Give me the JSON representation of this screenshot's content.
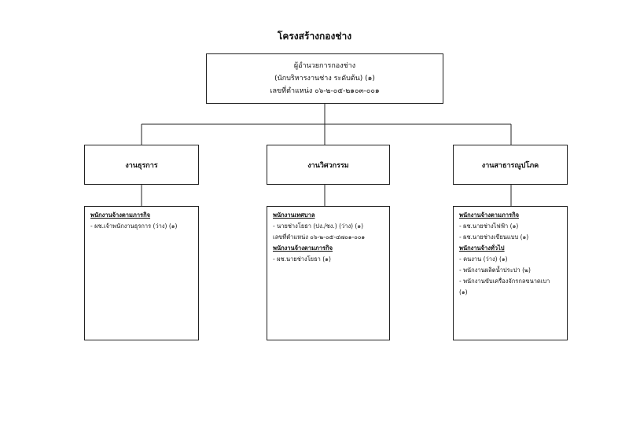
{
  "title": "โครงสร้างกองช่าง",
  "director": {
    "line1": "ผู้อำนวยการกองช่าง",
    "line2": "(นักบริหารงานช่าง ระดับต้น) (๑)",
    "line3": "เลขที่ตำแหน่ง ๐๖-๒-๐๕-๒๑๐๓-๐๐๑"
  },
  "departments": [
    {
      "name": "งานธุรการ",
      "staff": [
        {
          "kind": "heading",
          "text": "พนักงานจ้างตามภารกิจ"
        },
        {
          "kind": "item",
          "text": "- ผช.เจ้าพนักงานธุรการ (ว่าง) (๑)"
        }
      ]
    },
    {
      "name": "งานวิศวกรรม",
      "staff": [
        {
          "kind": "heading",
          "text": "พนักงานเทศบาล"
        },
        {
          "kind": "item",
          "text": "- นายช่างโยธา (ปง./ชง.) (ว่าง) (๑)"
        },
        {
          "kind": "item",
          "text": "เลขที่ตำแหน่ง ๐๖-๒-๐๕-๔๗๐๑-๐๐๑"
        },
        {
          "kind": "heading",
          "text": "พนักงานจ้างตามภารกิจ"
        },
        {
          "kind": "item",
          "text": "- ผช.นายช่างโยธา (๑)"
        }
      ]
    },
    {
      "name": "งานสาธารณูปโภค",
      "staff": [
        {
          "kind": "heading",
          "text": "พนักงานจ้างตามภารกิจ"
        },
        {
          "kind": "item",
          "text": "- ผช.นายช่างไฟฟ้า (๑)"
        },
        {
          "kind": "item",
          "text": "- ผช.นายช่างเขียนแบบ (๑)"
        },
        {
          "kind": "heading",
          "text": "พนักงานจ้างทั่วไป"
        },
        {
          "kind": "item",
          "text": "- คนงาน (ว่าง) (๑)"
        },
        {
          "kind": "item",
          "text": "- พนักงานผลิตน้ำประปา (๒)"
        },
        {
          "kind": "item",
          "text": "- พนักงานขับเครื่องจักรกลขนาดเบา"
        },
        {
          "kind": "item",
          "text": "(๑)"
        }
      ]
    }
  ]
}
